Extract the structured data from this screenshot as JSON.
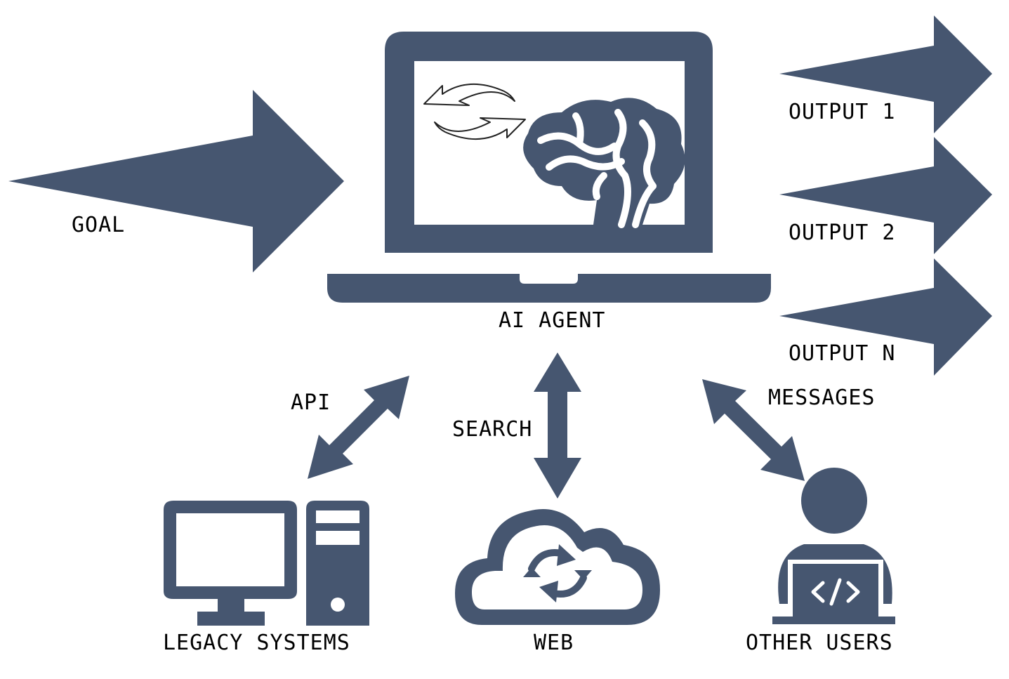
{
  "colors": {
    "primary": "#465670",
    "background": "#ffffff",
    "text": "#000000"
  },
  "labels": {
    "goal": "GOAL",
    "ai_agent": "AI AGENT",
    "output_1": "OUTPUT 1",
    "output_2": "OUTPUT 2",
    "output_n": "OUTPUT N",
    "api": "API",
    "search": "SEARCH",
    "messages": "MESSAGES",
    "legacy_systems": "LEGACY SYSTEMS",
    "web": "WEB",
    "other_users": "OTHER USERS"
  },
  "icons": [
    "laptop-icon",
    "refresh-icon",
    "brain-icon",
    "desktop-computer-icon",
    "cloud-sync-icon",
    "developer-user-icon"
  ]
}
